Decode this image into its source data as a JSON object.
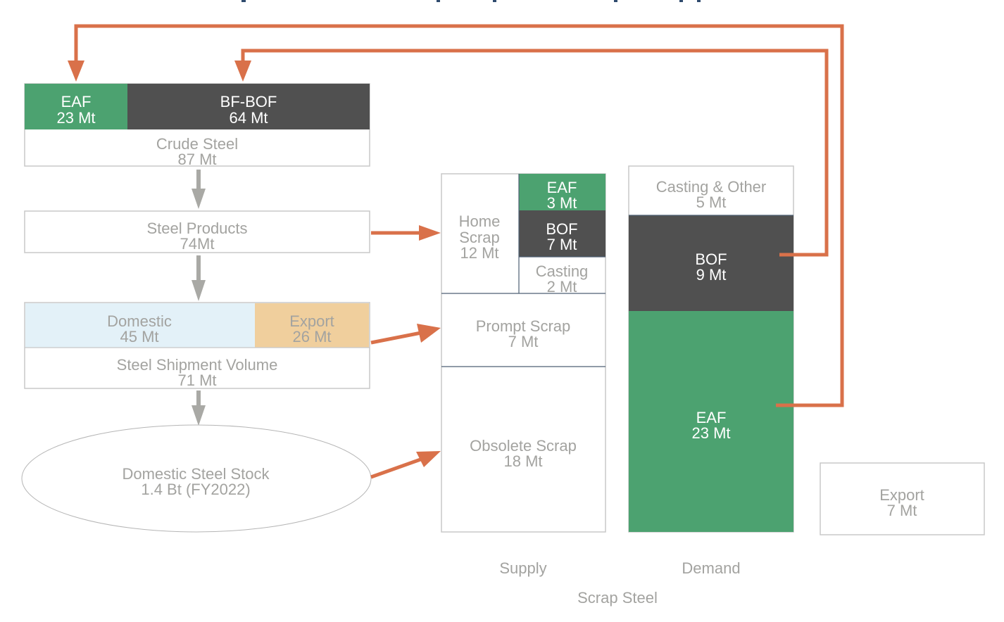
{
  "title_clipped": "",
  "colors": {
    "eaf": "#4ca270",
    "bof": "#505050",
    "domestic": "#e3f1f8",
    "export": "#f0cf9d",
    "flow_orange": "#d9714a",
    "flow_gray": "#a9a9a5",
    "text_gray": "#a3a3a0",
    "text_white": "#ffffff"
  },
  "crude_steel": {
    "eaf": {
      "label": "EAF",
      "value": "23 Mt"
    },
    "bf_bof": {
      "label": "BF-BOF",
      "value": "64 Mt"
    },
    "total": {
      "label": "Crude Steel",
      "value": "87 Mt"
    }
  },
  "steel_products": {
    "label": "Steel Products",
    "value": "74Mt"
  },
  "shipment": {
    "domestic": {
      "label": "Domestic",
      "value": "45 Mt"
    },
    "export": {
      "label": "Export",
      "value": "26 Mt"
    },
    "total": {
      "label": "Steel Shipment Volume",
      "value": "71 Mt"
    }
  },
  "stock": {
    "label": "Domestic Steel Stock",
    "value": "1.4 Bt (FY2022)"
  },
  "supply": {
    "home_scrap": {
      "label_line1": "Home",
      "label_line2": "Scrap",
      "value": "12 Mt"
    },
    "home_eaf": {
      "label": "EAF",
      "value": "3 Mt"
    },
    "home_bof": {
      "label": "BOF",
      "value": "7 Mt"
    },
    "home_casting": {
      "label": "Casting",
      "value": "2 Mt"
    },
    "prompt_scrap": {
      "label": "Prompt Scrap",
      "value": "7 Mt"
    },
    "obsolete_scrap": {
      "label": "Obsolete Scrap",
      "value": "18 Mt"
    },
    "column_label": "Supply"
  },
  "demand": {
    "casting_other": {
      "label": "Casting & Other",
      "value": "5 Mt"
    },
    "bof": {
      "label": "BOF",
      "value": "9 Mt"
    },
    "eaf": {
      "label": "EAF",
      "value": "23 Mt"
    },
    "column_label": "Demand"
  },
  "export_scrap": {
    "label": "Export",
    "value": "7 Mt"
  },
  "scrap_steel_label": "Scrap Steel"
}
